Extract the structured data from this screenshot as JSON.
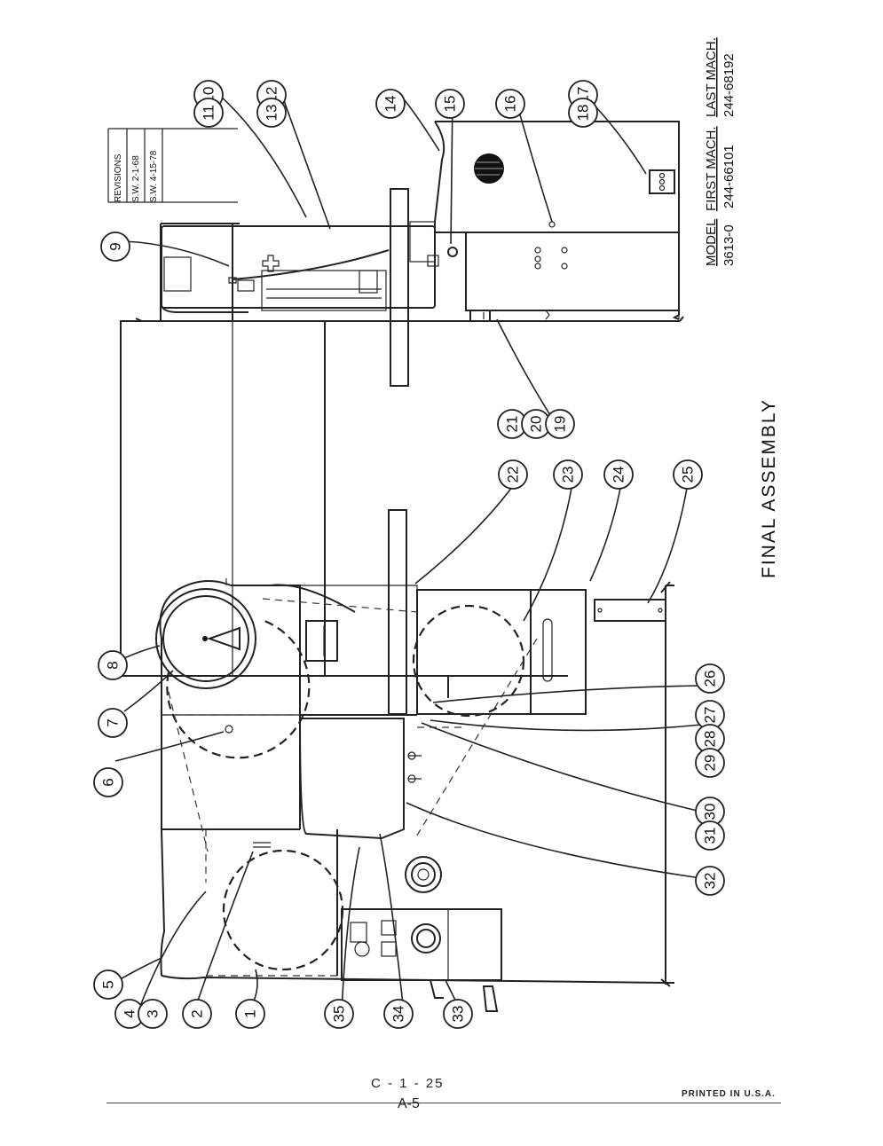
{
  "title": "FINAL ASSEMBLY",
  "revisions": {
    "heading": "REVISIONS",
    "entries": [
      "S.W. 2-1-68",
      "S.W. 4-15-78"
    ]
  },
  "model_table": {
    "headers": [
      "MODEL",
      "FIRST MACH.",
      "LAST MACH."
    ],
    "row": [
      "3613-0",
      "244-66101",
      "244-68192"
    ]
  },
  "callouts": [
    "1",
    "2",
    "3",
    "4",
    "5",
    "6",
    "7",
    "8",
    "9",
    "10",
    "11",
    "12",
    "13",
    "14",
    "15",
    "16",
    "17",
    "18",
    "19",
    "20",
    "21",
    "22",
    "23",
    "24",
    "25",
    "26",
    "27",
    "28",
    "29",
    "30",
    "31",
    "32",
    "33",
    "34",
    "35"
  ],
  "footer": {
    "page_code": "C - 1 - 25",
    "page_number": "A-5",
    "printed": "PRINTED IN U.S.A."
  }
}
